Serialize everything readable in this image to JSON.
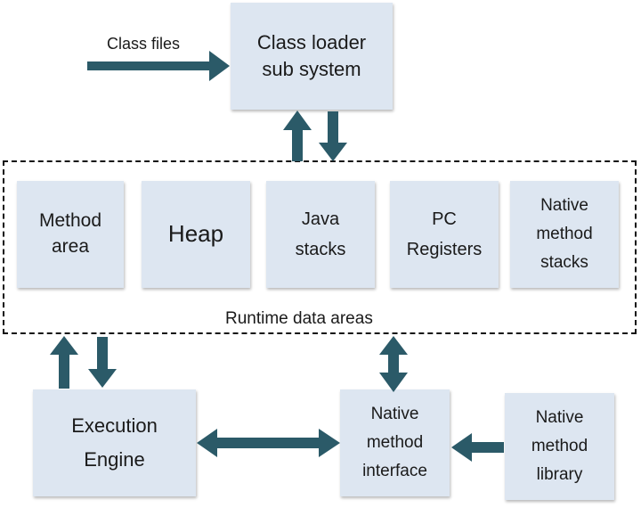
{
  "diagram": {
    "input_label": "Class files",
    "class_loader": [
      "Class loader",
      "sub system"
    ],
    "runtime_label": "Runtime data areas",
    "areas": {
      "method_area": [
        "Method",
        "area"
      ],
      "heap": [
        "Heap"
      ],
      "java_stacks": [
        "Java",
        "stacks"
      ],
      "pc_registers": [
        "PC",
        "Registers"
      ],
      "native_method_stacks": [
        "Native",
        "method",
        "stacks"
      ]
    },
    "execution_engine": [
      "Execution",
      "Engine"
    ],
    "native_interface": [
      "Native",
      "method",
      "interface"
    ],
    "native_library": [
      "Native",
      "method",
      "library"
    ],
    "arrow_color": "#2b5a68",
    "box_color": "#dde6f1"
  }
}
